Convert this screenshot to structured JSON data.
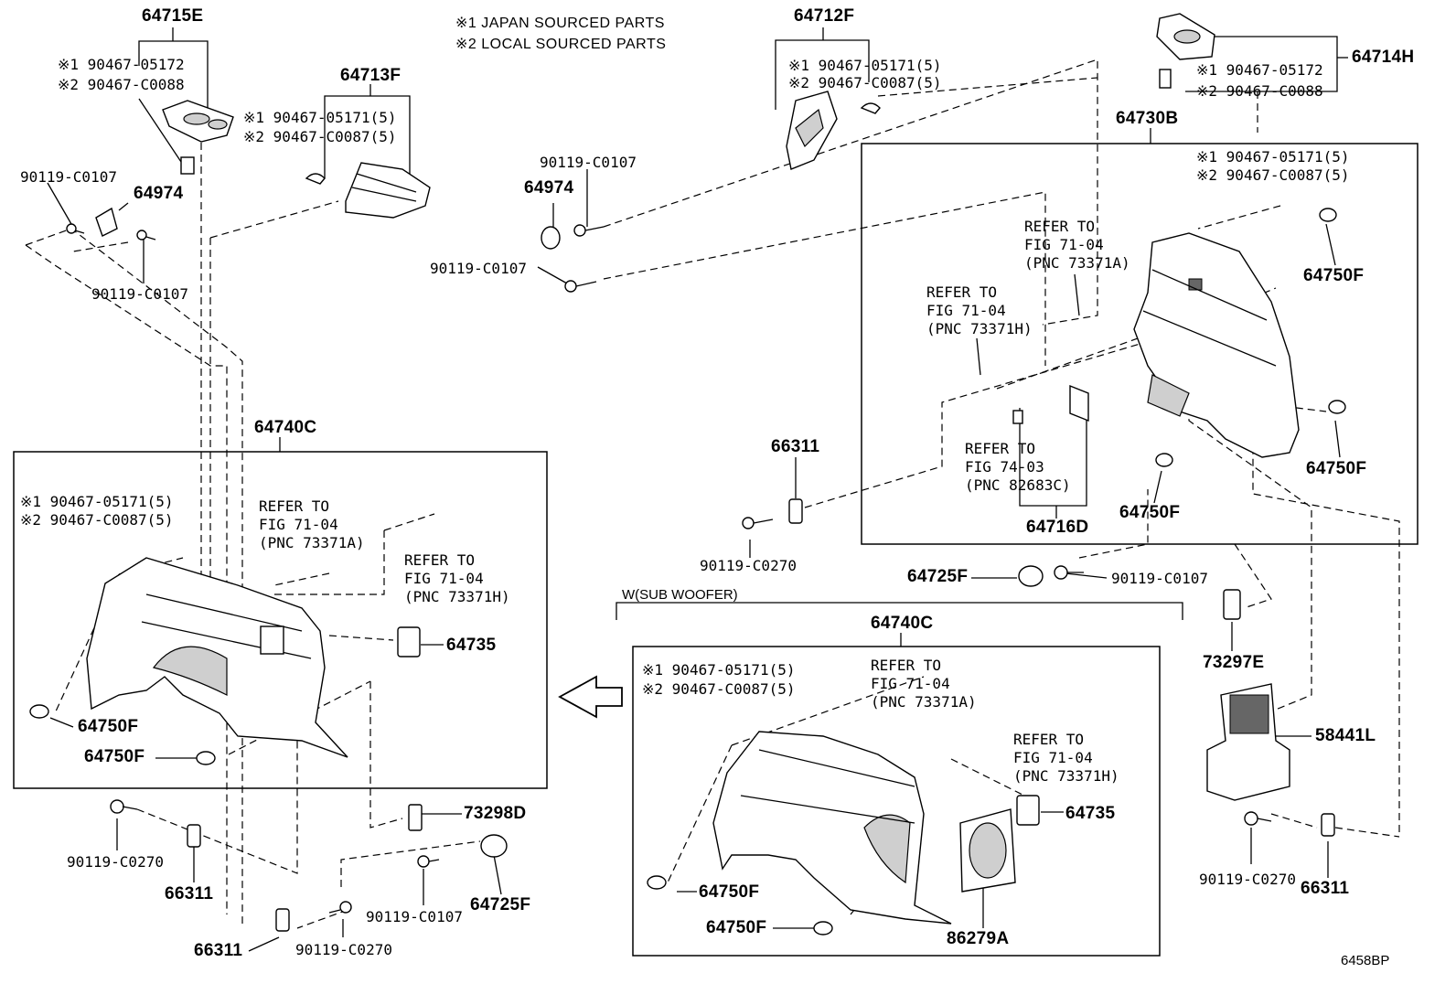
{
  "notes": {
    "japan": "※1 JAPAN SOURCED PARTS",
    "local": "※2 LOCAL SOURCED PARTS"
  },
  "section_labels": {
    "sub_woofer": "W(SUB WOOFER)",
    "diagram_code": "6458BP"
  },
  "parts": {
    "p64715E": "64715E",
    "p64713F": "64713F",
    "p64712F": "64712F",
    "p64714H": "64714H",
    "p64730B": "64730B",
    "p64974a": "64974",
    "p64974b": "64974",
    "p64740C_left": "64740C",
    "p64740C_right": "64740C",
    "p64735_left": "64735",
    "p64735_right": "64735",
    "p64750F_l1": "64750F",
    "p64750F_l2": "64750F",
    "p64750F_r1": "64750F",
    "p64750F_r2": "64750F",
    "p64750F_b1": "64750F",
    "p64750F_b2": "64750F",
    "p64750F_b3": "64750F",
    "p66311_a": "66311",
    "p66311_b": "66311",
    "p66311_c": "66311",
    "p66311_d": "66311",
    "p73298D": "73298D",
    "p64725F_a": "64725F",
    "p64725F_b": "64725F",
    "p73297E": "73297E",
    "p58441L": "58441L",
    "p64716D": "64716D",
    "p86279A": "86279A"
  },
  "fasteners": {
    "f_715E_1": "※1 90467-05172",
    "f_715E_2": "※2 90467-C0088",
    "f_713F_1": "※1 90467-05171(5)",
    "f_713F_2": "※2 90467-C0087(5)",
    "f_712F_1": "※1 90467-05171(5)",
    "f_712F_2": "※2 90467-C0087(5)",
    "f_714H_1": "※1 90467-05172",
    "f_714H_2": "※2 90467-C0088",
    "f_730B_1": "※1 90467-05171(5)",
    "f_730B_2": "※2 90467-C0087(5)",
    "f_left_1": "※1 90467-05171(5)",
    "f_left_2": "※2 90467-C0087(5)",
    "f_right_1": "※1 90467-05171(5)",
    "f_right_2": "※2 90467-C0087(5)",
    "b_0107_a": "90119-C0107",
    "b_0107_b": "90119-C0107",
    "b_0107_c": "90119-C0107",
    "b_0107_d": "90119-C0107",
    "b_0107_e": "90119-C0107",
    "b_0107_f": "90119-C0107",
    "b_0270_a": "90119-C0270",
    "b_0270_b": "90119-C0270",
    "b_0270_c": "90119-C0270",
    "b_0270_d": "90119-C0270"
  },
  "refers": {
    "r1": [
      "REFER TO",
      "FIG 71-04",
      "(PNC 73371A)"
    ],
    "r2": [
      "REFER TO",
      "FIG 71-04",
      "(PNC 73371H)"
    ],
    "r3": [
      "REFER TO",
      "FIG 74-03",
      "(PNC 82683C)"
    ],
    "r4": [
      "REFER TO",
      "FIG 71-04",
      "(PNC 73371A)"
    ],
    "r5": [
      "REFER TO",
      "FIG 71-04",
      "(PNC 73371H)"
    ],
    "r6": [
      "REFER TO",
      "FIG 71-04",
      "(PNC 73371A)"
    ],
    "r7": [
      "REFER TO",
      "FIG 71-04",
      "(PNC 73371H)"
    ]
  }
}
